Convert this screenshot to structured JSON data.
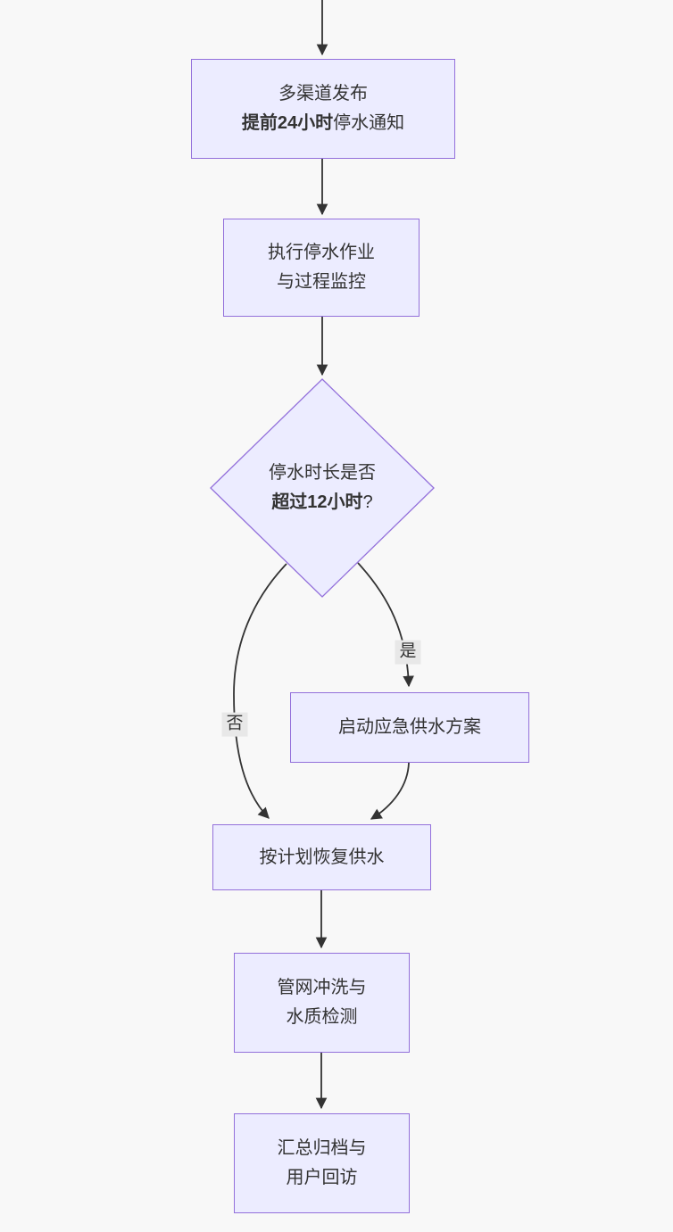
{
  "diagram": {
    "type": "flowchart",
    "direction": "top-to-bottom",
    "nodes": {
      "notice": {
        "line1": "多渠道发布",
        "line2_bold": "提前24小时",
        "line2_rest": "停水通知"
      },
      "execute": {
        "line1": "执行停水作业",
        "line2": "与过程监控"
      },
      "decision": {
        "line1": "停水时长是否",
        "line2_bold": "超过12小时",
        "line2_rest": "?"
      },
      "emergency": {
        "line1": "启动应急供水方案"
      },
      "resume": {
        "line1": "按计划恢复供水"
      },
      "flush": {
        "line1": "管网冲洗与",
        "line2": "水质检测"
      },
      "archive": {
        "line1": "汇总归档与",
        "line2": "用户回访"
      }
    },
    "edge_labels": {
      "yes": "是",
      "no": "否"
    },
    "colors": {
      "page_bg": "#f8f8f8",
      "node_fill": "#ECECFF",
      "node_border": "#9370DB",
      "text": "#333333",
      "edge": "#333333",
      "edge_label_bg": "#e8e8e8"
    }
  }
}
